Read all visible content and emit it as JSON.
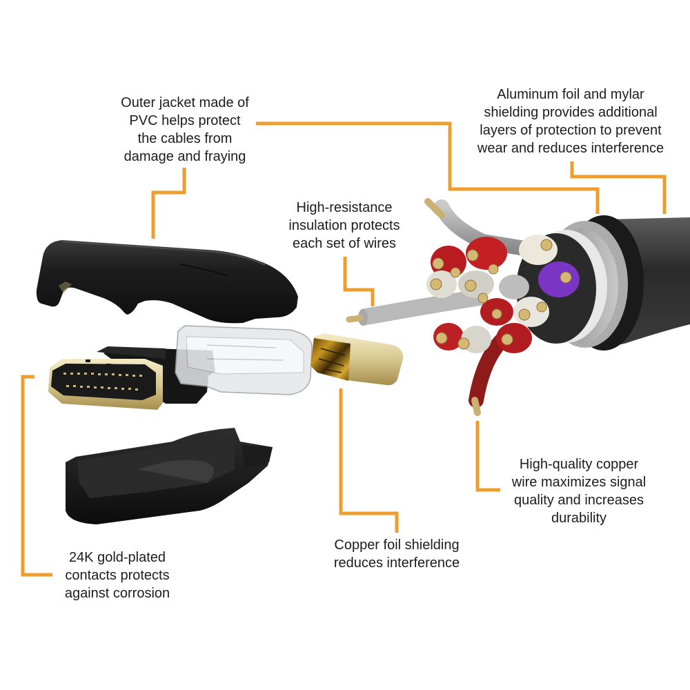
{
  "accent_color": "#EE9E2E",
  "callouts": [
    {
      "id": "outer-jacket",
      "lines": [
        "Outer jacket made of",
        "PVC helps protect",
        "the cables from",
        "damage and fraying"
      ],
      "target": "pvc-outer-jacket-shell"
    },
    {
      "id": "aluminum-foil",
      "lines": [
        "Aluminum foil and mylar",
        "shielding provides additional",
        "layers of protection to prevent",
        "wear and reduces interference"
      ],
      "target": "cable-shielding-layers"
    },
    {
      "id": "insulation",
      "lines": [
        "High-resistance",
        "insulation protects",
        "each set of wires"
      ],
      "target": "wire-insulation"
    },
    {
      "id": "copper-wire",
      "lines": [
        "High-quality copper",
        "wire maximizes signal",
        "quality and increases",
        "durability"
      ],
      "target": "copper-wire-strand"
    },
    {
      "id": "copper-foil",
      "lines": [
        "Copper foil shielding",
        "reduces interference"
      ],
      "target": "gold-foil-shield-cap"
    },
    {
      "id": "gold-contacts",
      "lines": [
        "24K gold-plated",
        "contacts protects",
        "against corrosion"
      ],
      "target": "hdmi-plug-head"
    }
  ],
  "parts": {
    "top_shell": "Outer PVC shell (top half)",
    "bottom_shell": "Outer PVC shell (bottom half)",
    "plug": "HDMI plug with gold-plated contacts",
    "clear_housing": "Transparent inner housing",
    "foil_cap": "Copper foil shielding cap",
    "cable": "Multi-core cable with colored insulated wires"
  }
}
